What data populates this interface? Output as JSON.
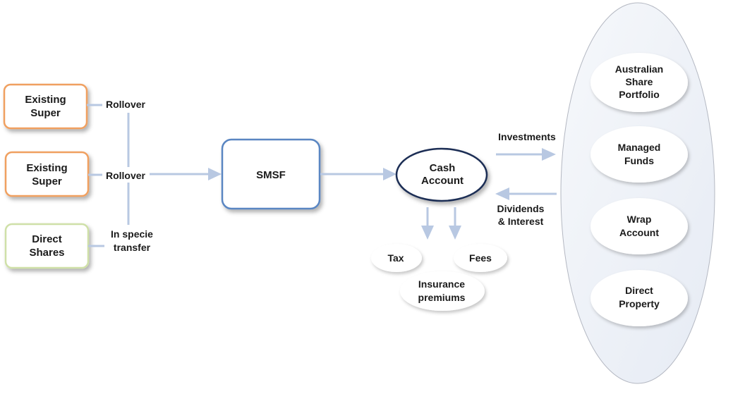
{
  "sources": [
    {
      "line1": "Existing",
      "line2": "Super",
      "connector_line1": "Rollover",
      "connector_line2": ""
    },
    {
      "line1": "Existing",
      "line2": "Super",
      "connector_line1": "Rollover",
      "connector_line2": ""
    },
    {
      "line1": "Direct",
      "line2": "Shares",
      "connector_line1": "In specie",
      "connector_line2": "transfer"
    }
  ],
  "smsf": {
    "label": "SMSF"
  },
  "cash_account": {
    "line1": "Cash",
    "line2": "Account"
  },
  "outflows": {
    "tax": "Tax",
    "fees": "Fees",
    "insurance_line1": "Insurance",
    "insurance_line2": "premiums"
  },
  "flows": {
    "investments": "Investments",
    "dividends_line1": "Dividends",
    "dividends_line2": "& Interest"
  },
  "investments": [
    {
      "line1": "Australian",
      "line2": "Share",
      "line3": "Portfolio"
    },
    {
      "line1": "Managed",
      "line2": "Funds",
      "line3": ""
    },
    {
      "line1": "Wrap",
      "line2": "Account",
      "line3": ""
    },
    {
      "line1": "Direct",
      "line2": "Property",
      "line3": ""
    }
  ],
  "colors": {
    "orange_border": "#f0a060",
    "green_border": "#cfe0a8",
    "blue_border": "#5a86c2",
    "arrow_fill": "#b8c8e2",
    "connector_line": "#b8c8e2",
    "panel_fill": "#eef1f7"
  }
}
